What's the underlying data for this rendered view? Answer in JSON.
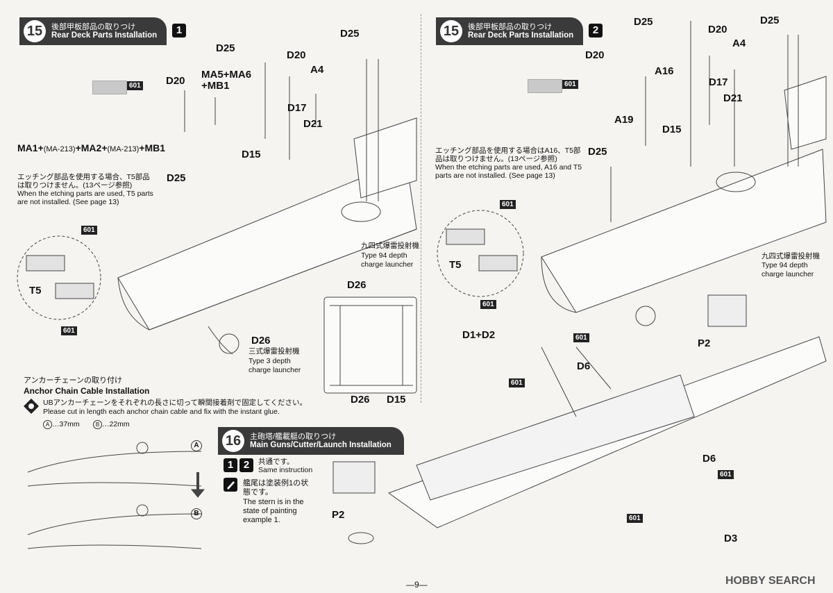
{
  "left": {
    "step_num": "15",
    "title_jp": "後部甲板部品の取りつけ",
    "title_en": "Rear Deck Parts Installation",
    "substep": "1",
    "paint_tag": "601",
    "labels": {
      "d25a": "D25",
      "d20": "D20",
      "a4": "A4",
      "d25b": "D25",
      "ma_set": "MA5+MA6 +MB1",
      "d20b": "D20",
      "d17": "D17",
      "d21": "D21",
      "d15": "D15",
      "d25c": "D25",
      "d26a": "D26",
      "d26b": "D26",
      "d26c": "D26",
      "d15b": "D15",
      "t5": "T5"
    },
    "ma1_prefix": "MA1+",
    "ma1_note1": "(MA-213)",
    "ma1_mid": "+MA2+",
    "ma1_note2": "(MA-213)",
    "ma1_suffix": "+MB1",
    "etch_note_jp": "エッチング部品を使用する場合、T5部品は取りつけません。(13ページ参照)",
    "etch_note_en": "When the etching parts are used, T5 parts are not installed. (See page 13)",
    "tag601_a": "601",
    "tag601_b": "601",
    "launcher94_jp": "九四式爆雷投射機",
    "launcher94_en1": "Type 94 depth",
    "launcher94_en2": "charge launcher",
    "launcher3_jp": "三式爆雷投射機",
    "launcher3_en1": "Type 3 depth",
    "launcher3_en2": "charge launcher"
  },
  "right": {
    "step_num": "15",
    "title_jp": "後部甲板部品の取りつけ",
    "title_en": "Rear Deck Parts Installation",
    "substep": "2",
    "paint_tag": "601",
    "labels": {
      "d25a": "D25",
      "d20a": "D20",
      "d25b": "D25",
      "a4": "A4",
      "d20b": "D20",
      "a16": "A16",
      "d17": "D17",
      "d21": "D21",
      "a19": "A19",
      "d15": "D15",
      "d25c": "D25",
      "t5": "T5",
      "d1d2": "D1+D2",
      "d6a": "D6",
      "p2": "P2",
      "d6b": "D6",
      "d3": "D3"
    },
    "etch_note_jp": "エッチング部品を使用する場合はA16、T5部品は取りつけません。(13ページ参照)",
    "etch_note_en": "When the etching parts are used, A16 and T5 parts are not installed. (See page 13)",
    "tags": [
      "601",
      "601",
      "601",
      "601",
      "601",
      "601"
    ],
    "launcher94_jp": "九四式爆雷投射機",
    "launcher94_en1": "Type 94 depth",
    "launcher94_en2": "charge launcher"
  },
  "anchor": {
    "title_jp": "アンカーチェーンの取り付け",
    "title_en": "Anchor Chain Cable Installation",
    "note_jp": "UBアンカーチェーンをそれぞれの長さに切って瞬間接着剤で固定してください。",
    "note_en": "Please cut in length each anchor chain cable and fix with the instant glue.",
    "len_a_key": "A",
    "len_a": "…37mm",
    "len_b_key": "B",
    "len_b": "…22mm"
  },
  "step16": {
    "step_num": "16",
    "title_jp": "主砲塔/艦載艇の取りつけ",
    "title_en": "Main Guns/Cutter/Launch Installation",
    "same_jp": "共通です。",
    "same_en": "Same instruction",
    "box1": "1",
    "box2": "2",
    "stern_jp": "艦尾は塗装例1の状態です。",
    "stern_en": "The stern is in the state of painting example 1.",
    "p2": "P2"
  },
  "footer": {
    "page": "—9—",
    "watermark": "HOBBY SEARCH"
  }
}
